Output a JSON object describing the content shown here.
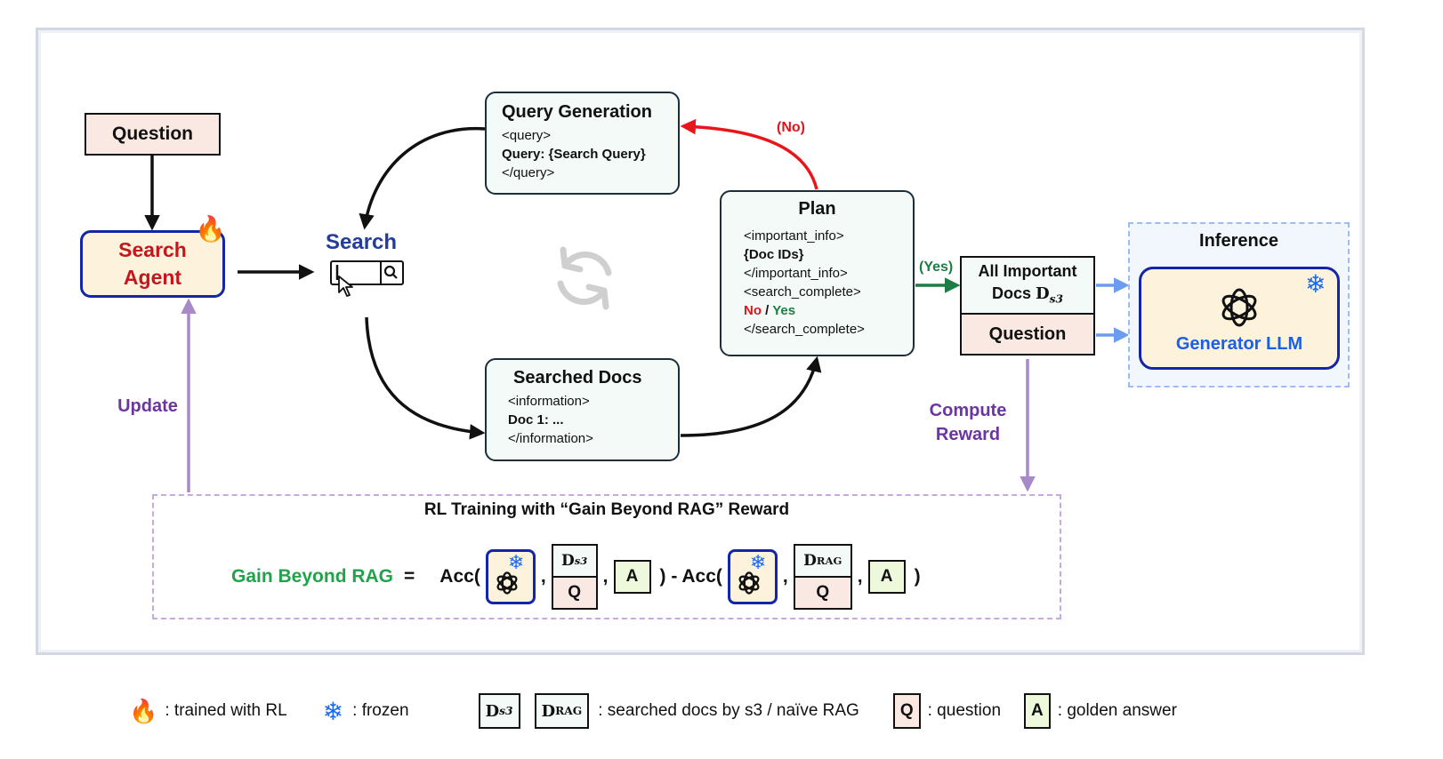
{
  "question_box": {
    "label": "Question"
  },
  "search_agent": {
    "line1": "Search",
    "line2": "Agent",
    "badge_icon": "fire-icon"
  },
  "search_tool": {
    "label": "Search",
    "icon": "search-bar-icon"
  },
  "loop_icon": "refresh-cycle-icon",
  "query_generation": {
    "title": "Query Generation",
    "lines": [
      "<query>",
      "Query: {Search Query}",
      "</query>"
    ]
  },
  "searched_docs": {
    "title": "Searched Docs",
    "lines": [
      "<information>",
      "Doc 1: ...",
      "</information>"
    ]
  },
  "plan": {
    "title": "Plan",
    "lines": [
      "<important_info>",
      "{Doc IDs}",
      "</important_info>",
      "<search_complete>",
      "</search_complete>"
    ],
    "no": "No",
    "sep": " / ",
    "yes": "Yes"
  },
  "edges": {
    "no_label": "(No)",
    "yes_label": "(Yes)",
    "update_label": "Update",
    "compute_reward_line1": "Compute",
    "compute_reward_line2": "Reward"
  },
  "docs_box": {
    "line1": "All Important",
    "line2_prefix": "Docs ",
    "symbol": "D",
    "subscript": "s3"
  },
  "question_box_right": {
    "label": "Question"
  },
  "inference": {
    "title": "Inference",
    "generator_label": "Generator  LLM",
    "badge_icon": "snowflake-icon",
    "model_icon": "openai-logo-icon"
  },
  "rl_training": {
    "title": "RL Training with “Gain Beyond RAG” Reward",
    "lhs": "Gain Beyond RAG",
    "equals": "=",
    "acc_open": "Acc(",
    "comma": ",",
    "minus": ") - Acc(",
    "close": ")",
    "term1_docs": {
      "symbol": "D",
      "subscript": "s3"
    },
    "term2_docs": {
      "symbol": "D",
      "subscript": "RAG"
    },
    "q": "Q",
    "a": "A"
  },
  "colors": {
    "red": "#e0151b",
    "green": "#1c7e45",
    "purple": "#6c35a0",
    "blue": "#1a5fe8",
    "agent_text": "#c4161c"
  },
  "legend": [
    {
      "icon": "fire-icon",
      "text": ": trained with RL"
    },
    {
      "icon": "snowflake-icon",
      "text": ": frozen"
    },
    {
      "boxes": [
        {
          "symbol": "D",
          "subscript": "s3"
        },
        {
          "symbol": "D",
          "subscript": "RAG"
        }
      ],
      "text": ": searched docs by s3 / naïve RAG"
    },
    {
      "box": "Q",
      "text": ": question"
    },
    {
      "box": "A",
      "text": ": golden answer"
    }
  ]
}
